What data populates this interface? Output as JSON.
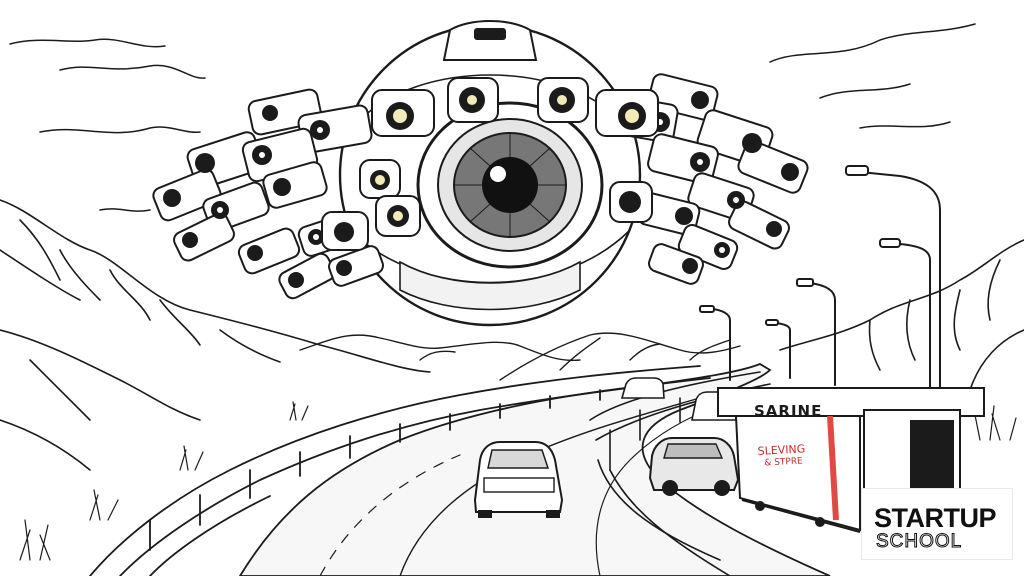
{
  "scene": {
    "subject": "eye-drone",
    "ink_color": "#1b1b1b",
    "accent_color": "#e04a43"
  },
  "booth": {
    "title": "SARINE",
    "sign_line1": "SLEVING",
    "sign_line2": "& STPRE"
  },
  "logo": {
    "line1": "STARTUP",
    "line2": "SCHOOL"
  }
}
